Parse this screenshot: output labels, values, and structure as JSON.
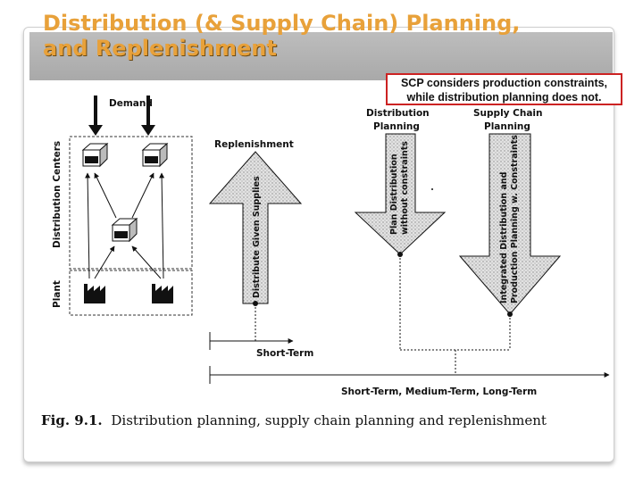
{
  "title": {
    "line1": "Distribution (& Supply Chain) Planning,",
    "line2": "and Replenishment"
  },
  "callout": {
    "line1": "SCP considers production constraints,",
    "line2": "while distribution planning does not."
  },
  "figure": {
    "demand_label": "Demand",
    "distribution_centers_label": "Distribution Centers",
    "plant_label": "Plant",
    "replenishment_label": "Replenishment",
    "replenishment_arrow_text": "Distribute Given Supplies",
    "distribution_planning_header": [
      "Distribution",
      "Planning"
    ],
    "distribution_arrow_text": [
      "Plan Distribution",
      "without constraints"
    ],
    "supply_chain_planning_header": [
      "Supply Chain",
      "Planning"
    ],
    "supply_chain_arrow_text": [
      "Integrated Distribution and",
      "Production Planning w. Constraints"
    ],
    "short_term_label": "Short-Term",
    "long_axis_label": "Short-Term, Medium-Term, Long-Term",
    "caption_bold": "Fig. 9.1.",
    "caption_text": "Distribution planning, supply chain planning and replenishment"
  },
  "colors": {
    "title": "#e8a13a",
    "title_bar": "#b3b3b3",
    "callout_border": "#cc2222",
    "arrow_fill": "#dcdcdc"
  }
}
